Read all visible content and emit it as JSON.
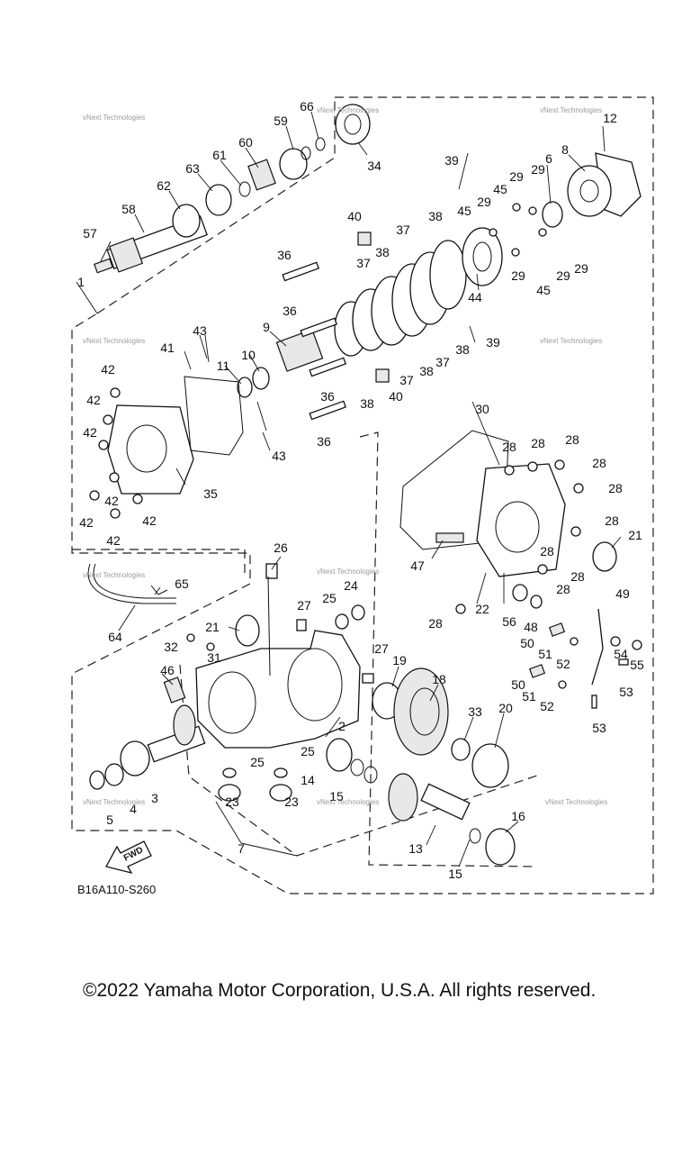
{
  "diagram": {
    "code": "B16A110-S260",
    "copyright": "©2022 Yamaha Motor Corporation, U.S.A. All rights reserved.",
    "fwd_label": "FWD",
    "watermark": "vNext Technologies"
  },
  "callouts": [
    "1",
    "2",
    "3",
    "4",
    "5",
    "6",
    "7",
    "8",
    "9",
    "10",
    "11",
    "12",
    "13",
    "14",
    "15",
    "15",
    "16",
    "18",
    "19",
    "20",
    "21",
    "21",
    "22",
    "23",
    "23",
    "24",
    "25",
    "25",
    "25",
    "26",
    "27",
    "27",
    "28",
    "28",
    "28",
    "28",
    "28",
    "28",
    "28",
    "28",
    "28",
    "28",
    "29",
    "29",
    "29",
    "29",
    "29",
    "29",
    "30",
    "31",
    "32",
    "33",
    "34",
    "35",
    "36",
    "36",
    "36",
    "36",
    "37",
    "37",
    "37",
    "37",
    "38",
    "38",
    "38",
    "38",
    "38",
    "39",
    "39",
    "40",
    "40",
    "41",
    "42",
    "42",
    "42",
    "42",
    "42",
    "42",
    "42",
    "43",
    "43",
    "44",
    "45",
    "45",
    "45",
    "46",
    "47",
    "48",
    "49",
    "50",
    "50",
    "51",
    "51",
    "52",
    "52",
    "53",
    "53",
    "54",
    "55",
    "56",
    "57",
    "58",
    "59",
    "60",
    "61",
    "62",
    "63",
    "64",
    "65",
    "66"
  ]
}
